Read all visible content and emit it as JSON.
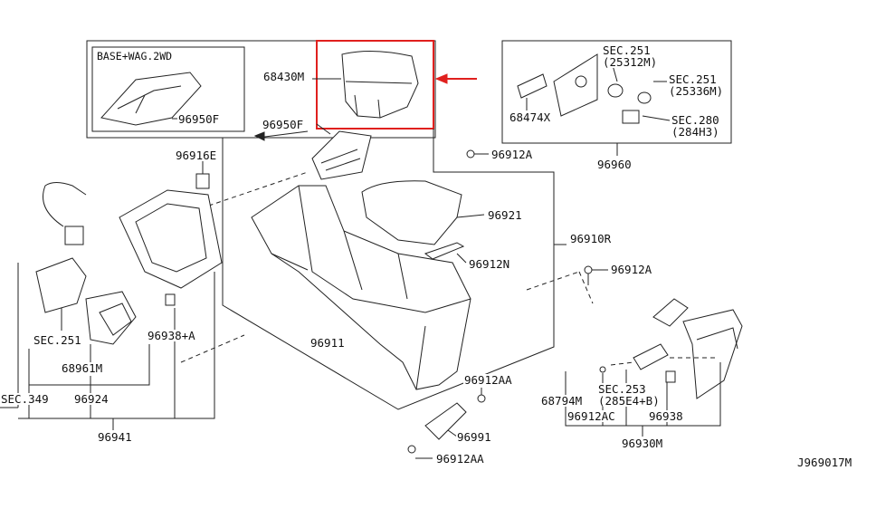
{
  "diagram_id": "J969017M",
  "highlight_color": "#e0201e",
  "callouts": {
    "base_wag": "BASE+WAG.2WD",
    "p96950f_inset": "96950F",
    "p68430m": "68430M",
    "p96950f": "96950F",
    "sec251_a": "SEC.251",
    "sec251_a_ref": "(25312M)",
    "sec251_b": "SEC.251",
    "sec251_b_ref": "(25336M)",
    "p68474x": "68474X",
    "sec280": "SEC.280",
    "sec280_ref": "(284H3)",
    "p96960": "96960",
    "p96912a_top": "96912A",
    "p96916e": "96916E",
    "p96921": "96921",
    "p96910r": "96910R",
    "p96912n": "96912N",
    "p96912a_right": "96912A",
    "p96911": "96911",
    "sec251_left": "SEC.251",
    "p96938a": "96938+A",
    "p68961m": "68961M",
    "sec349": "SEC.349",
    "p96924": "96924",
    "p96941": "96941",
    "p96912aa_top": "96912AA",
    "p96991": "96991",
    "p96912aa_bottom": "96912AA",
    "p68794m": "68794M",
    "sec253": "SEC.253",
    "sec253_ref": "(285E4+B)",
    "p96912ac": "96912AC",
    "p96938": "96938",
    "p96930m": "96930M"
  }
}
